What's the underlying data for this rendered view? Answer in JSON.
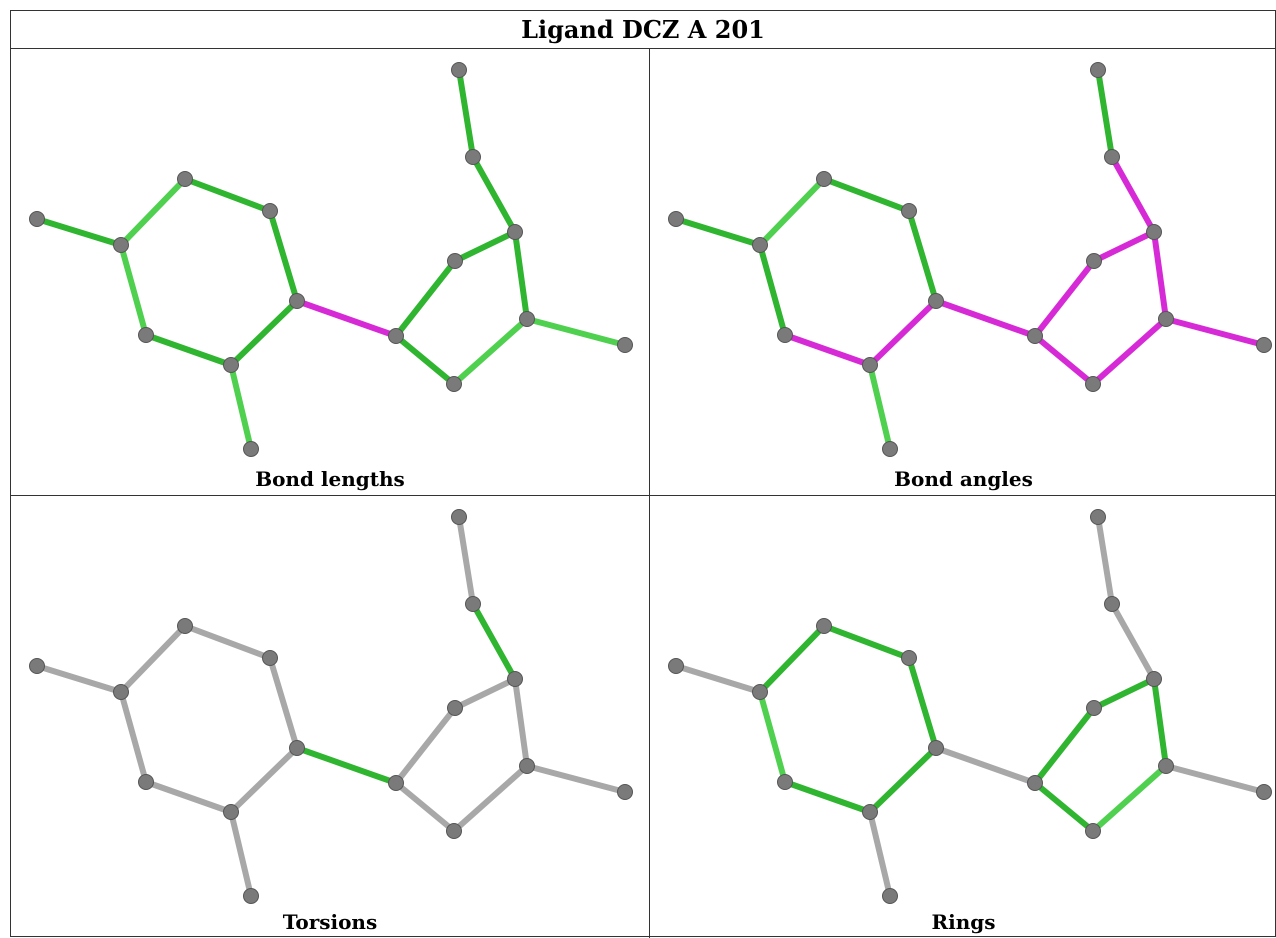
{
  "title": "Ligand DCZ A 201",
  "colors": {
    "green": "#2fb52f",
    "green_light": "#4fd04f",
    "magenta": "#d62ad6",
    "grey": "#a8a8a8",
    "atom": "#7a7a7a"
  },
  "panels": [
    {
      "id": "bond-lengths",
      "caption": "Bond lengths"
    },
    {
      "id": "bond-angles",
      "caption": "Bond angles"
    },
    {
      "id": "torsions",
      "caption": "Torsions"
    },
    {
      "id": "rings",
      "caption": "Rings"
    }
  ]
}
